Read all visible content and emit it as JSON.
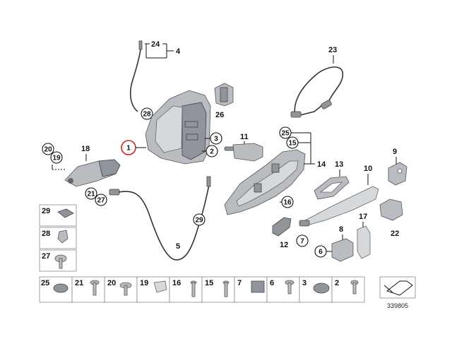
{
  "diagram": {
    "reference_number": "339805",
    "callouts": {
      "c1": "1",
      "c2": "2",
      "c3": "3",
      "c4": "4",
      "c5": "5",
      "c8": "8",
      "c9": "9",
      "c10": "10",
      "c11": "11",
      "c12": "12",
      "c13": "13",
      "c14": "14",
      "c17": "17",
      "c18": "18",
      "c22": "22",
      "c23": "23",
      "c24": "24",
      "c26": "26",
      "c6": "6",
      "c7": "7",
      "c15": "15",
      "c16": "16",
      "c19": "19",
      "c20": "20",
      "c21": "21",
      "c25": "25",
      "c27": "27",
      "c28": "28",
      "c28b": "28",
      "c29": "29"
    },
    "legend_left": [
      "29",
      "28",
      "27"
    ],
    "legend_bottom": [
      "25",
      "21",
      "20",
      "19",
      "16",
      "15",
      "7",
      "6",
      "3",
      "2"
    ],
    "highlight_color": "#d42020"
  }
}
